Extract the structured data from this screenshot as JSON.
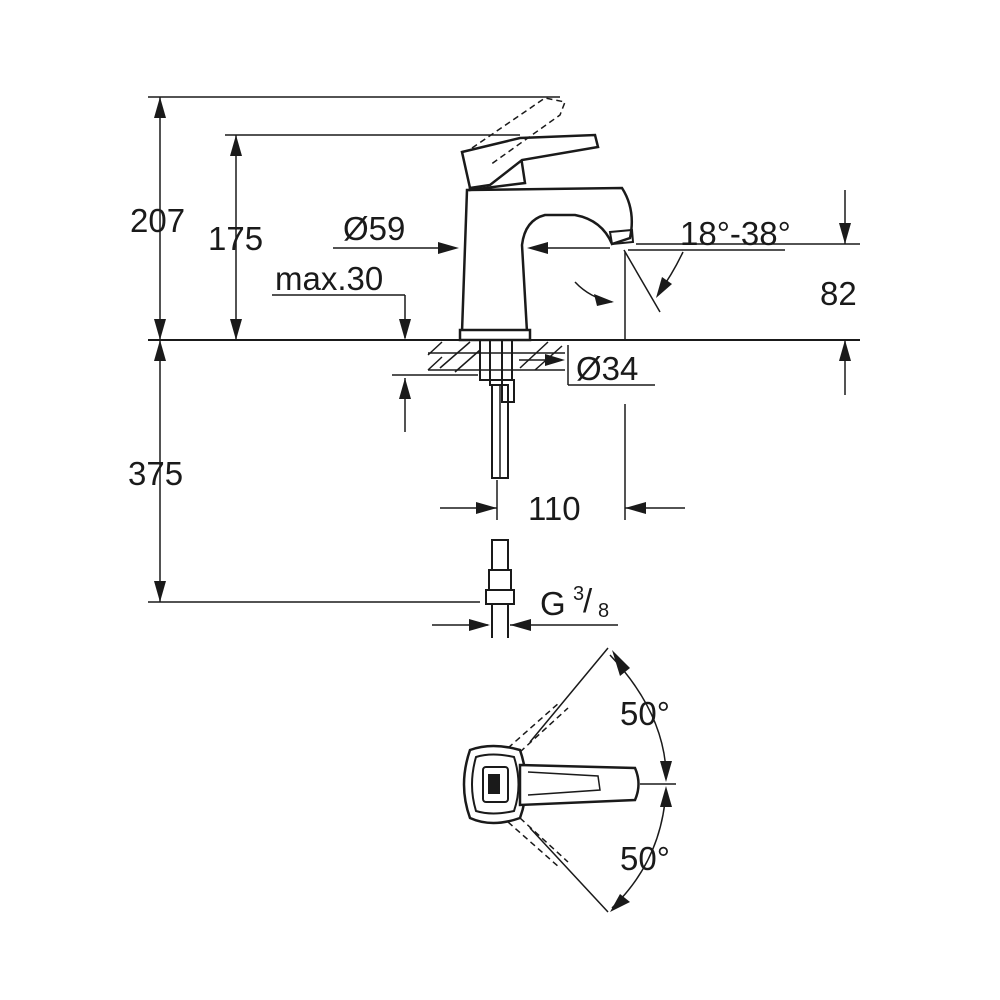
{
  "drawing": {
    "dimensions": {
      "total_height": "207",
      "height_to_lever": "175",
      "base_diameter": "Ø59",
      "max_deck_thickness": "max.30",
      "swivel_range": "18°-38°",
      "spout_height": "82",
      "hole_diameter": "Ø34",
      "hose_length": "375",
      "spout_projection": "110",
      "thread": "G",
      "thread_fraction_num": "3",
      "thread_fraction_den": "8",
      "lever_angle_up": "50°",
      "lever_angle_down": "50°"
    }
  }
}
